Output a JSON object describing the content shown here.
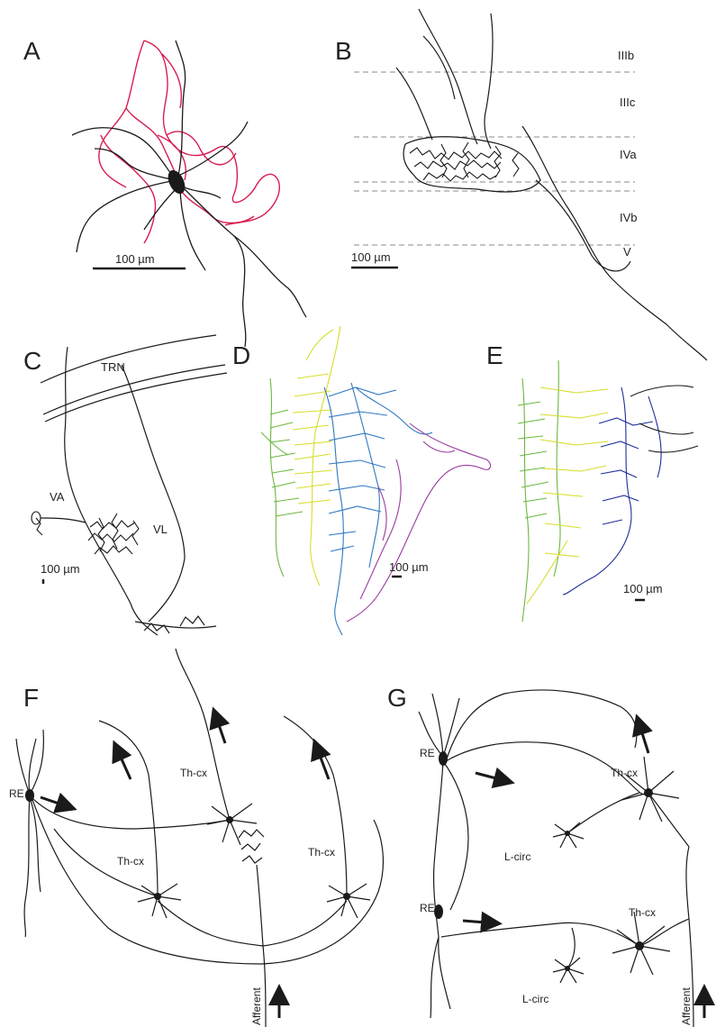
{
  "panels": {
    "A": {
      "letter": "A",
      "scale": "100 µm"
    },
    "B": {
      "letter": "B",
      "scale": "100 µm",
      "layers": [
        "IIIb",
        "IIIc",
        "IVa",
        "IVb",
        "V"
      ]
    },
    "C": {
      "letter": "C",
      "scale": "100 µm",
      "labels": {
        "trn": "TRN",
        "va": "VA",
        "vl": "VL"
      }
    },
    "D": {
      "letter": "D",
      "scale": "100 µm"
    },
    "E": {
      "letter": "E",
      "scale": "100 µm"
    },
    "F": {
      "letter": "F",
      "labels": {
        "re": "RE",
        "thcx1": "Th-cx",
        "thcx2": "Th-cx",
        "thcx3": "Th-cx",
        "afferent": "Afferent"
      }
    },
    "G": {
      "letter": "G",
      "labels": {
        "re1": "RE",
        "re2": "RE",
        "thcx1": "Th-cx",
        "thcx2": "Th-cx",
        "lcirc1": "L-circ",
        "lcirc2": "L-circ",
        "afferent": "Afferent"
      }
    }
  },
  "colors": {
    "ink": "#1a1a1a",
    "red": "#d81e4f",
    "yellow": "#d7dd2a",
    "green": "#6bb83f",
    "blue": "#2f78c0",
    "purple": "#9a3aa0",
    "navy": "#1f2f9a",
    "dash": "#888888"
  }
}
